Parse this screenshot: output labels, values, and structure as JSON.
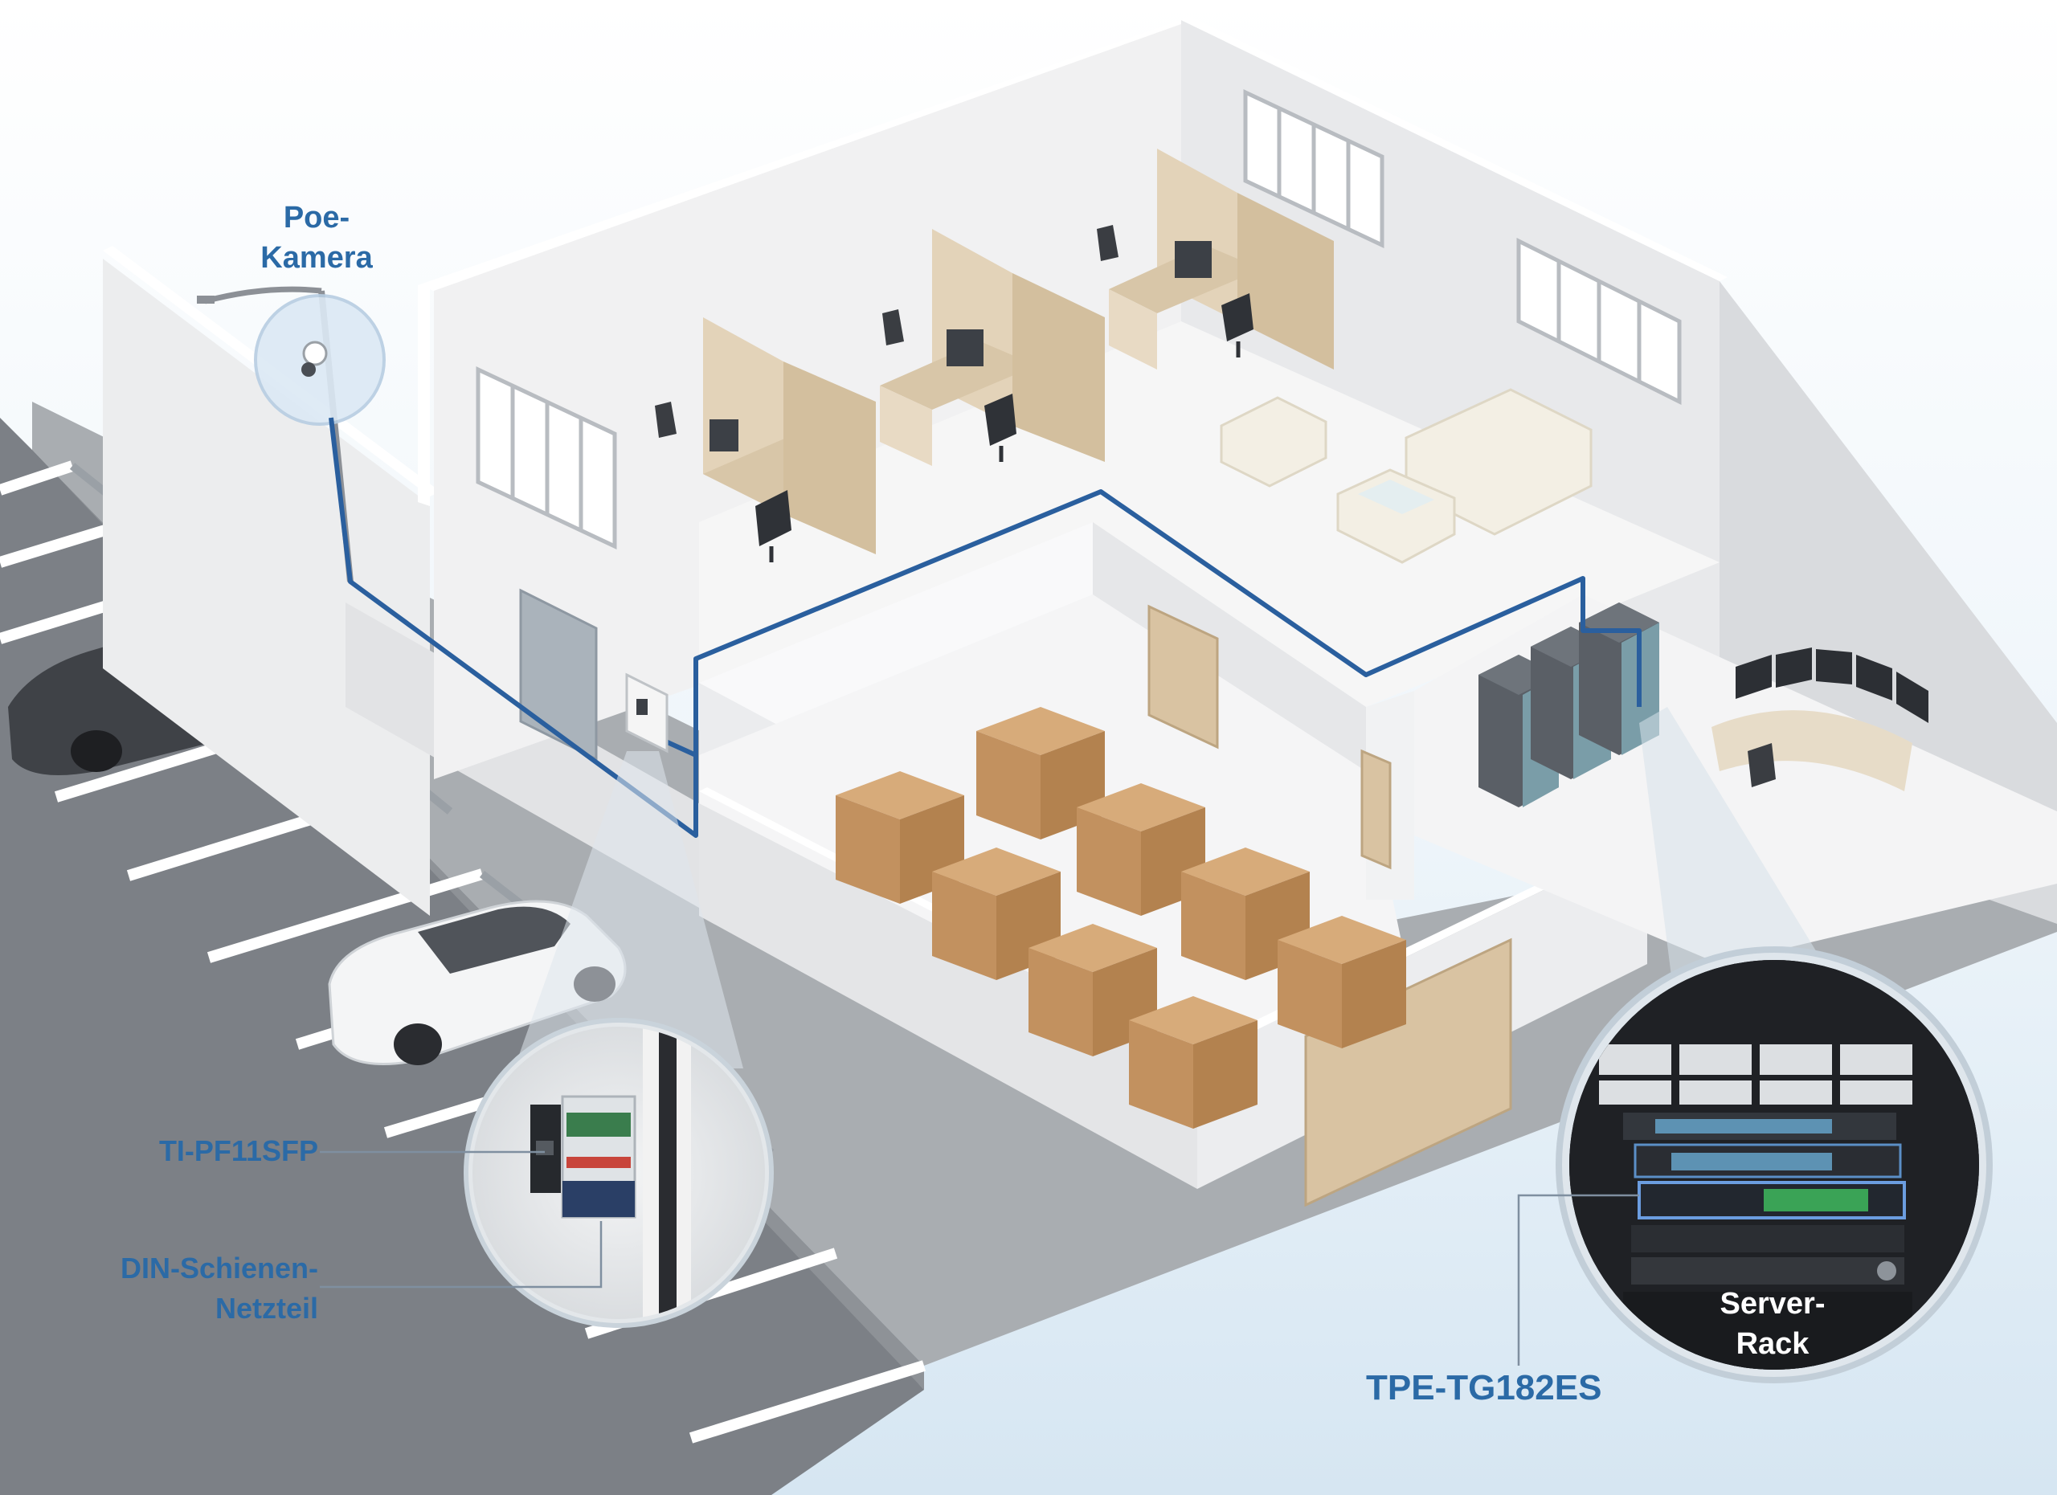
{
  "labels": {
    "poe_camera": {
      "line1": "Poe-",
      "line2": "Kamera"
    },
    "ti_pf11sfp": "TI-PF11SFP",
    "din_power": {
      "line1": "DIN-Schienen-",
      "line2": "Netzteil"
    },
    "tpe_tg182es": "TPE-TG182ES",
    "server_rack": {
      "line1": "Server-",
      "line2": "Rack"
    }
  },
  "colors": {
    "label_blue": "#2b6aa6",
    "network_cable": "#2a5f9e",
    "rack_text": "#ffffff",
    "background_top": "#ffffff",
    "background_bottom": "#d6e6f2"
  }
}
